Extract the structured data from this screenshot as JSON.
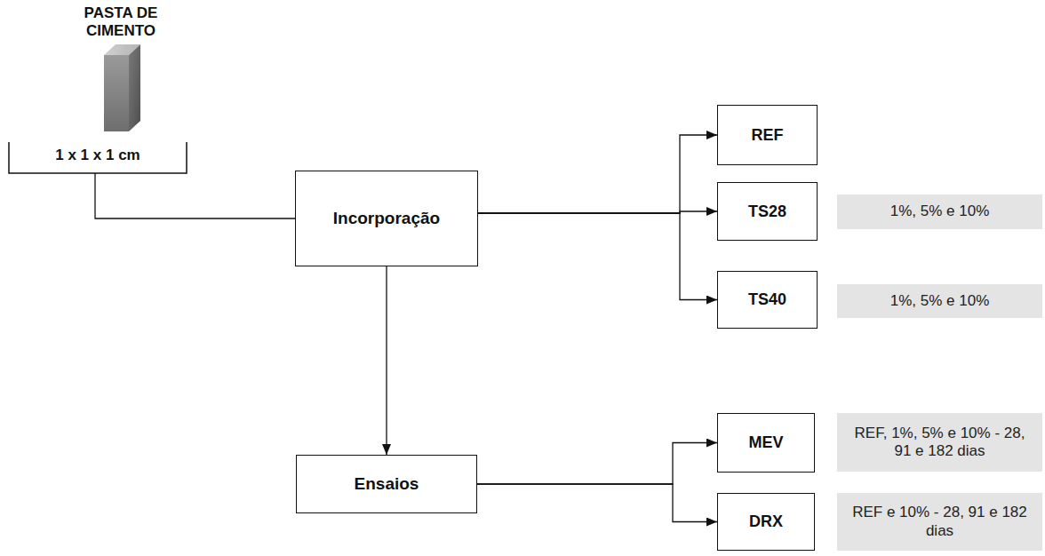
{
  "diagram": {
    "nodes": [
      {
        "text": [
          "PASTA DE CIMENTO",
          "1 x 1 x 1 cm"
        ]
      },
      {
        "text": [
          "Incorporação"
        ]
      },
      {
        "text": [
          "REF"
        ]
      },
      {
        "text": [
          "TS28"
        ]
      },
      {
        "text": [
          "1%, 5% e 10%"
        ]
      },
      {
        "text": [
          "TS40"
        ]
      },
      {
        "text": [
          "1%, 5% e 10%"
        ]
      },
      {
        "text": [
          "Ensaios"
        ]
      },
      {
        "text": [
          "MEV"
        ]
      },
      {
        "text": [
          "REF, 1%, 5% e 10% - 28, 91 e 182 dias"
        ]
      },
      {
        "text": [
          "DRX"
        ]
      },
      {
        "text": [
          "REF e 10% - 28, 91 e 182 dias"
        ]
      }
    ],
    "edges": [
      {
        "from": 0,
        "to": 1,
        "arrow": "none"
      },
      {
        "from": 1,
        "to": 2,
        "arrow": "to"
      },
      {
        "from": 1,
        "to": 3,
        "arrow": "to"
      },
      {
        "from": 1,
        "to": 5,
        "arrow": "to"
      },
      {
        "from": 1,
        "to": 7,
        "arrow": "to"
      },
      {
        "from": 7,
        "to": 8,
        "arrow": "to"
      },
      {
        "from": 7,
        "to": 10,
        "arrow": "to"
      }
    ]
  }
}
